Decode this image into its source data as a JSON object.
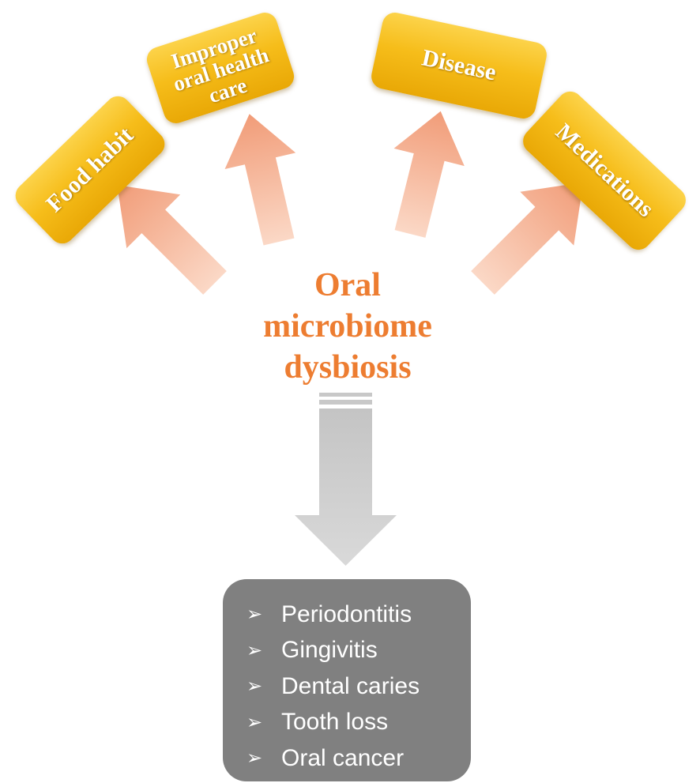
{
  "factors": {
    "food_habit": "Food habit",
    "improper_oral_health_care": [
      "Improper",
      "oral health",
      "care"
    ],
    "disease": "Disease",
    "medications": "Medications"
  },
  "center": {
    "lines": [
      "Oral",
      "microbiome",
      "dysbiosis"
    ],
    "color": "#ed7d31"
  },
  "outcomes": {
    "bullet": "➢",
    "items": [
      "Periodontitis",
      "Gingivitis",
      "Dental caries",
      "Tooth loss",
      "Oral cancer"
    ]
  },
  "colors": {
    "factor_fill": "#f6bd1a",
    "arrow_up": "#f4a07f",
    "arrow_down": "#bfbfbf",
    "outcome_box": "#808080"
  }
}
